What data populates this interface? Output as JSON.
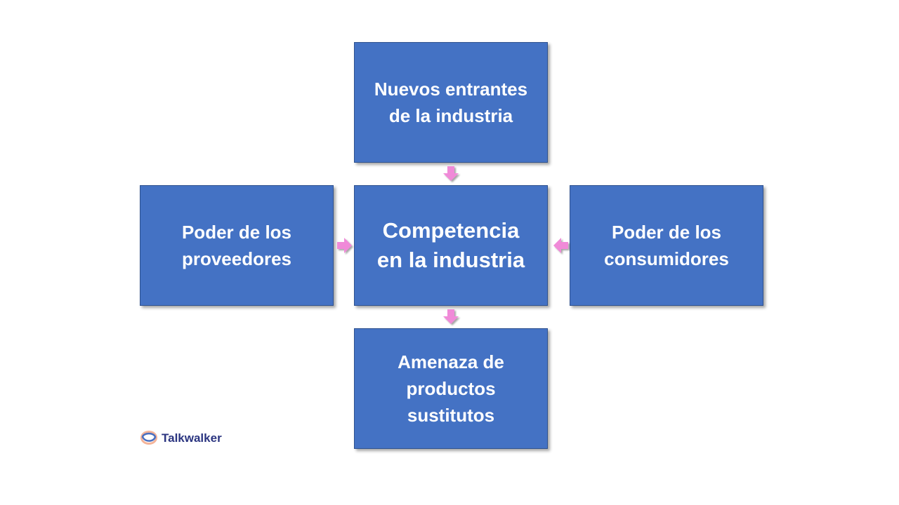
{
  "boxes": {
    "top": "Nuevos entrantes de la industria",
    "left": "Poder de los proveedores",
    "center": "Competencia en la industria",
    "right": "Poder de los consumidores",
    "bottom": "Amenaza de productos sustitutos"
  },
  "colors": {
    "box": "#4472c4",
    "arrow": "#f08ad8"
  },
  "logo": {
    "text": "Talkwalker"
  }
}
